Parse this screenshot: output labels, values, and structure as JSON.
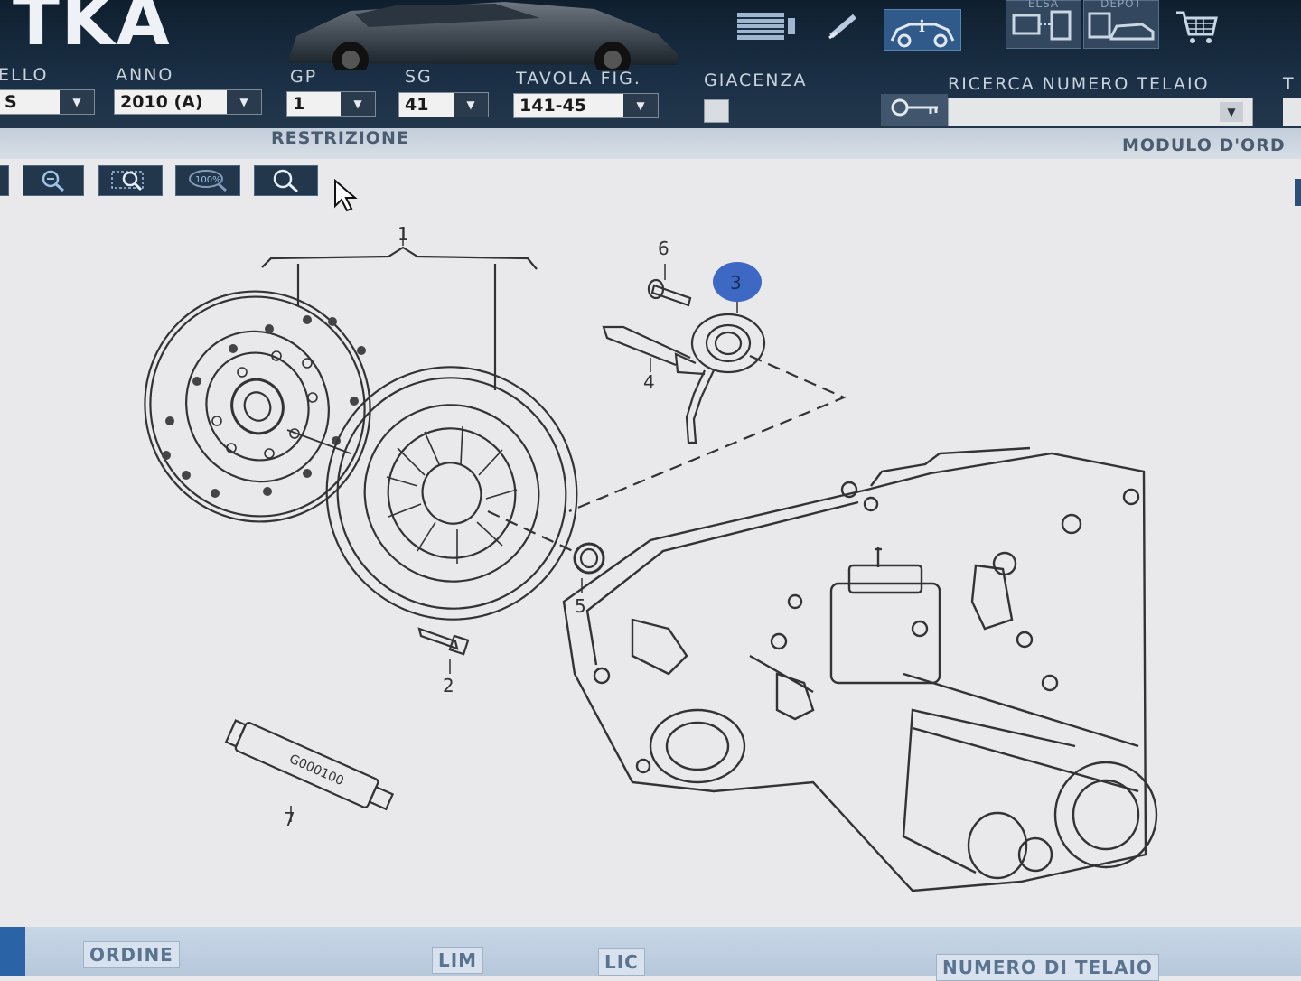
{
  "header": {
    "brand": "TKA",
    "icons": [
      "list-icon",
      "pencil-icon",
      "info-car-icon",
      "elsa-icon",
      "depot-icon",
      "cart-icon"
    ],
    "elsa_caption": "ELSA",
    "depot_caption": "DEPOT"
  },
  "filters": {
    "modello": {
      "label": "ELLO",
      "value": "S"
    },
    "anno": {
      "label": "ANNO",
      "value": "2010 (A)"
    },
    "gp": {
      "label": "GP",
      "value": "1"
    },
    "sg": {
      "label": "SG",
      "value": "41"
    },
    "tavola": {
      "label": "TAVOLA FIG.",
      "value": "141-45"
    },
    "giacenza": {
      "label": "GIACENZA",
      "checked": false
    },
    "telaio": {
      "label": "RICERCA NUMERO TELAIO",
      "value": ""
    },
    "extra": {
      "label": "T"
    }
  },
  "band": {
    "restrizione": "RESTRIZIONE",
    "modulo": "MODULO D'ORD"
  },
  "toolbar": {
    "zoom_100_label": "100%"
  },
  "diagram": {
    "part_numbers": [
      "1",
      "2",
      "3",
      "4",
      "5",
      "6",
      "7"
    ],
    "highlighted_part": "3",
    "tube_label": "G000100"
  },
  "bottom": {
    "ordine": "ORDINE",
    "lim": "LIM",
    "lic": "LIC",
    "numero_telaio": "NUMERO DI TELAIO"
  },
  "colors": {
    "header_bg": "#1a2f45",
    "highlight_badge": "#3d68c4",
    "bottom_bar": "#c8d6e6"
  }
}
